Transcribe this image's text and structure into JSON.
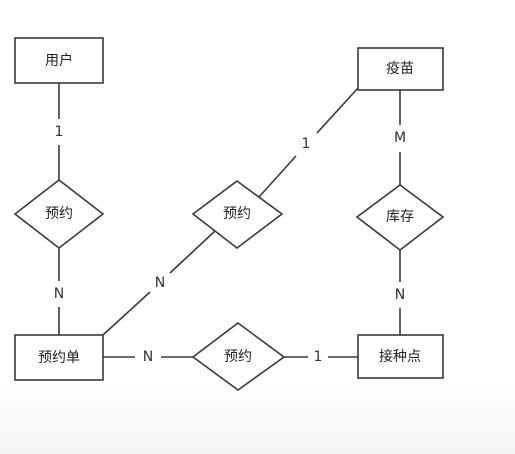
{
  "entities": {
    "user": "用户",
    "vaccine": "疫苗",
    "order": "预约单",
    "site": "接种点"
  },
  "relationships": {
    "user_order": "预约",
    "vaccine_order": "预约",
    "vaccine_site": "库存",
    "order_site": "预约"
  },
  "cardinalities": {
    "user_order_user": "1",
    "user_order_order": "N",
    "vaccine_order_vaccine": "1",
    "vaccine_order_order": "N",
    "vaccine_site_vaccine": "M",
    "vaccine_site_site": "N",
    "order_site_order": "N",
    "order_site_site": "1"
  },
  "colors": {
    "stroke": "#3a3a3a",
    "text": "#222222",
    "background": "#ffffff"
  }
}
